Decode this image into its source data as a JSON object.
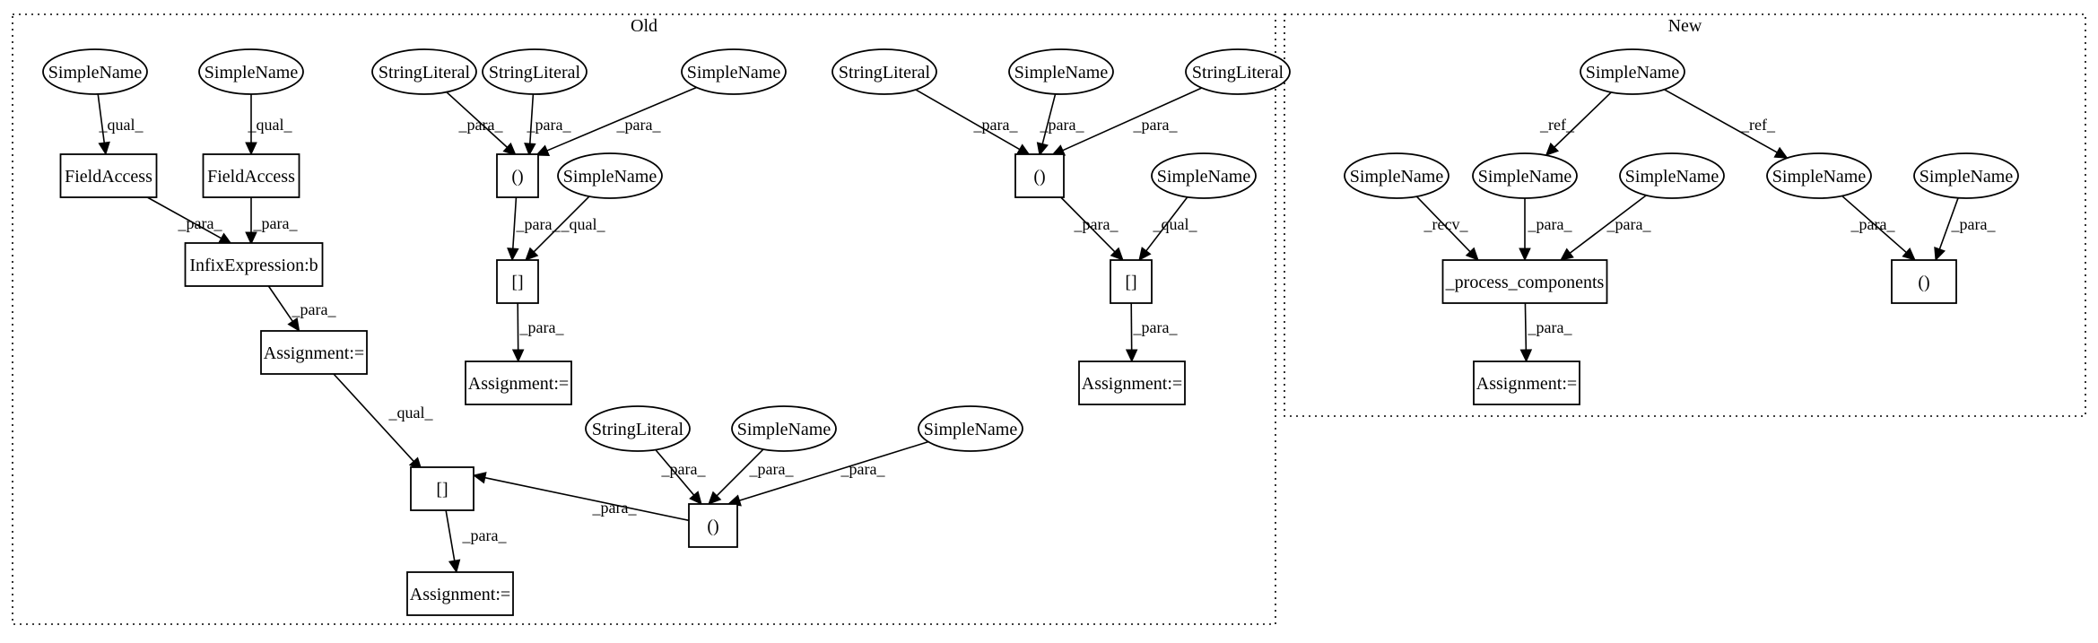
{
  "clusters": [
    {
      "id": "old",
      "label": "Old"
    },
    {
      "id": "new",
      "label": "New"
    }
  ],
  "nodes": [
    {
      "id": "o_sn1",
      "label": "SimpleName",
      "shape": "ellipse"
    },
    {
      "id": "o_sn2",
      "label": "SimpleName",
      "shape": "ellipse"
    },
    {
      "id": "o_fa1",
      "label": "FieldAccess",
      "shape": "box"
    },
    {
      "id": "o_fa2",
      "label": "FieldAccess",
      "shape": "box"
    },
    {
      "id": "o_infix",
      "label": "InfixExpression:b",
      "shape": "box"
    },
    {
      "id": "o_asg1",
      "label": "Assignment:=",
      "shape": "box"
    },
    {
      "id": "o_sl1",
      "label": "StringLiteral",
      "shape": "ellipse"
    },
    {
      "id": "o_sl2",
      "label": "StringLiteral",
      "shape": "ellipse"
    },
    {
      "id": "o_sn3",
      "label": "SimpleName",
      "shape": "ellipse"
    },
    {
      "id": "o_call1",
      "label": "()",
      "shape": "box"
    },
    {
      "id": "o_sn4",
      "label": "SimpleName",
      "shape": "ellipse"
    },
    {
      "id": "o_idx1",
      "label": "[]",
      "shape": "box"
    },
    {
      "id": "o_asg2",
      "label": "Assignment:=",
      "shape": "box"
    },
    {
      "id": "o_sl3",
      "label": "StringLiteral",
      "shape": "ellipse"
    },
    {
      "id": "o_sn5",
      "label": "SimpleName",
      "shape": "ellipse"
    },
    {
      "id": "o_sn6",
      "label": "SimpleName",
      "shape": "ellipse"
    },
    {
      "id": "o_call2",
      "label": "()",
      "shape": "box"
    },
    {
      "id": "o_idx2",
      "label": "[]",
      "shape": "box"
    },
    {
      "id": "o_asg3",
      "label": "Assignment:=",
      "shape": "box"
    },
    {
      "id": "o_sl4",
      "label": "StringLiteral",
      "shape": "ellipse"
    },
    {
      "id": "o_sn7",
      "label": "SimpleName",
      "shape": "ellipse"
    },
    {
      "id": "o_sl5",
      "label": "StringLiteral",
      "shape": "ellipse"
    },
    {
      "id": "o_call3",
      "label": "()",
      "shape": "box"
    },
    {
      "id": "o_sn8",
      "label": "SimpleName",
      "shape": "ellipse"
    },
    {
      "id": "o_idx3",
      "label": "[]",
      "shape": "box"
    },
    {
      "id": "o_asg4",
      "label": "Assignment:=",
      "shape": "box"
    },
    {
      "id": "n_top",
      "label": "SimpleName",
      "shape": "ellipse"
    },
    {
      "id": "n_sn1",
      "label": "SimpleName",
      "shape": "ellipse"
    },
    {
      "id": "n_sn2",
      "label": "SimpleName",
      "shape": "ellipse"
    },
    {
      "id": "n_sn3",
      "label": "SimpleName",
      "shape": "ellipse"
    },
    {
      "id": "n_sn4",
      "label": "SimpleName",
      "shape": "ellipse"
    },
    {
      "id": "n_sn5",
      "label": "SimpleName",
      "shape": "ellipse"
    },
    {
      "id": "n_proc",
      "label": "_process_components",
      "shape": "box"
    },
    {
      "id": "n_call",
      "label": "()",
      "shape": "box"
    },
    {
      "id": "n_asg",
      "label": "Assignment:=",
      "shape": "box"
    }
  ],
  "edges": [
    {
      "from": "o_sn1",
      "to": "o_fa1",
      "label": "_qual_"
    },
    {
      "from": "o_sn2",
      "to": "o_fa2",
      "label": "_qual_"
    },
    {
      "from": "o_fa1",
      "to": "o_infix",
      "label": "_para_"
    },
    {
      "from": "o_fa2",
      "to": "o_infix",
      "label": "_para_"
    },
    {
      "from": "o_infix",
      "to": "o_asg1",
      "label": "_para_"
    },
    {
      "from": "o_asg1",
      "to": "o_idx2",
      "label": "_qual_"
    },
    {
      "from": "o_sl1",
      "to": "o_call1",
      "label": "_para_"
    },
    {
      "from": "o_sl2",
      "to": "o_call1",
      "label": "_para_"
    },
    {
      "from": "o_sn3",
      "to": "o_call1",
      "label": "_para_"
    },
    {
      "from": "o_call1",
      "to": "o_idx1",
      "label": "_para_"
    },
    {
      "from": "o_sn4",
      "to": "o_idx1",
      "label": "_qual_"
    },
    {
      "from": "o_idx1",
      "to": "o_asg2",
      "label": "_para_"
    },
    {
      "from": "o_sl3",
      "to": "o_call2",
      "label": "_para_"
    },
    {
      "from": "o_sn5",
      "to": "o_call2",
      "label": "_para_"
    },
    {
      "from": "o_sn6",
      "to": "o_call2",
      "label": "_para_"
    },
    {
      "from": "o_call2",
      "to": "o_idx2",
      "label": "_para_"
    },
    {
      "from": "o_idx2",
      "to": "o_asg3",
      "label": "_para_"
    },
    {
      "from": "o_sl4",
      "to": "o_call3",
      "label": "_para_"
    },
    {
      "from": "o_sn7",
      "to": "o_call3",
      "label": "_para_"
    },
    {
      "from": "o_sl5",
      "to": "o_call3",
      "label": "_para_"
    },
    {
      "from": "o_call3",
      "to": "o_idx3",
      "label": "_para_"
    },
    {
      "from": "o_sn8",
      "to": "o_idx3",
      "label": "_qual_"
    },
    {
      "from": "o_idx3",
      "to": "o_asg4",
      "label": "_para_"
    },
    {
      "from": "n_top",
      "to": "n_sn2",
      "label": "_ref_"
    },
    {
      "from": "n_top",
      "to": "n_sn4",
      "label": "_ref_"
    },
    {
      "from": "n_sn1",
      "to": "n_proc",
      "label": "_recv_"
    },
    {
      "from": "n_sn2",
      "to": "n_proc",
      "label": "_para_"
    },
    {
      "from": "n_sn3",
      "to": "n_proc",
      "label": "_para_"
    },
    {
      "from": "n_sn4",
      "to": "n_call",
      "label": "_para_"
    },
    {
      "from": "n_sn5",
      "to": "n_call",
      "label": "_para_"
    },
    {
      "from": "n_proc",
      "to": "n_asg",
      "label": "_para_"
    }
  ]
}
